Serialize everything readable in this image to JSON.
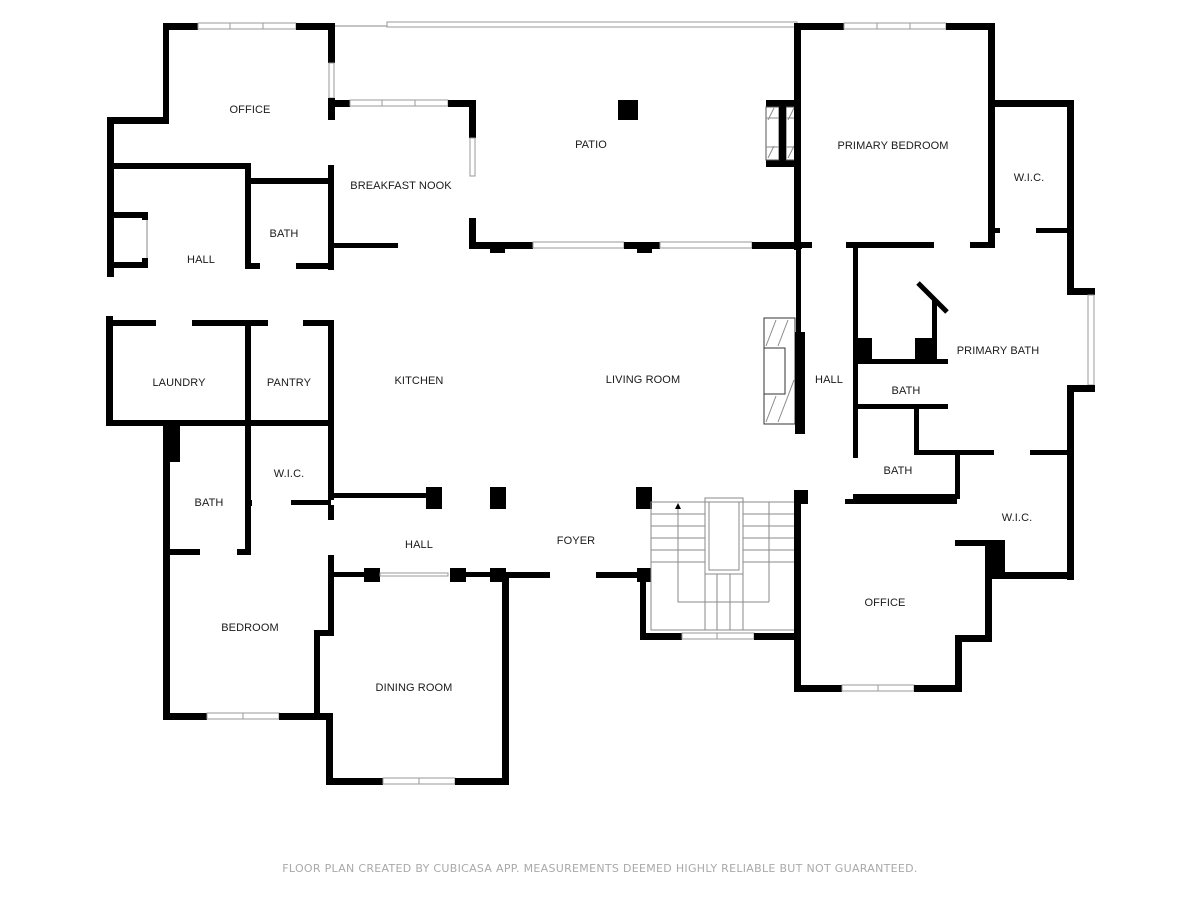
{
  "rooms": {
    "office_nw": "OFFICE",
    "breakfast_nook": "BREAKFAST NOOK",
    "patio": "PATIO",
    "primary_bedroom": "PRIMARY BEDROOM",
    "wic_primary": "W.I.C.",
    "hall_west": "HALL",
    "bath_west": "BATH",
    "laundry": "LAUNDRY",
    "pantry": "PANTRY",
    "kitchen": "KITCHEN",
    "living_room": "LIVING ROOM",
    "hall_east": "HALL",
    "primary_bath": "PRIMARY BATH",
    "bath_east_1": "BATH",
    "bath_east_2": "BATH",
    "bath_southwest": "BATH",
    "wic_southwest": "W.I.C.",
    "hall_south": "HALL",
    "foyer": "FOYER",
    "wic_southeast": "W.I.C.",
    "bedroom": "BEDROOM",
    "dining_room": "DINING ROOM",
    "office_se": "OFFICE"
  },
  "footer": {
    "disclaimer": "FLOOR PLAN CREATED BY CUBICASA APP. MEASUREMENTS DEEMED HIGHLY RELIABLE BUT NOT GUARANTEED."
  },
  "colors": {
    "wall": "#000000",
    "window": "#9a9a9a",
    "label": "#1a1a1a",
    "footer": "#a9a9a9"
  }
}
